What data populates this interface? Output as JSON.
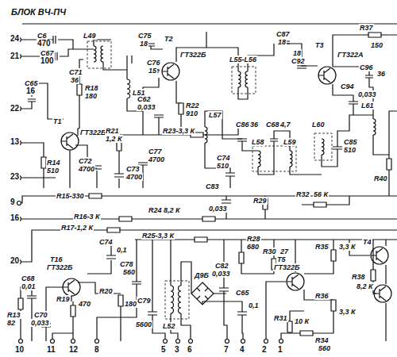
{
  "diagram": {
    "title": "БЛОК ВЧ-ПЧ",
    "labels": [
      "24",
      "C6",
      "470",
      "21",
      "C67",
      "100",
      "C65",
      "16",
      "22",
      "13",
      "23",
      "9",
      "16",
      "20",
      "C71",
      "36",
      "R18",
      "180",
      "T1",
      "ГТ322Б",
      "R14",
      "510",
      "C72",
      "4700",
      "C73",
      "4700",
      "R15-330",
      "L49",
      "C75",
      "18",
      "T2",
      "ГТ322Б",
      "C76",
      "15",
      "L51",
      "R22",
      "910",
      "C62",
      "0,033",
      "R21",
      "1,2 К",
      "R23-3,3 К",
      "C77",
      "4700",
      "C87",
      "18",
      "L55-L56",
      "C92",
      "18",
      "T3",
      "ГТ322А",
      "R37",
      "150",
      "C96",
      "36",
      "C94",
      "0,033",
      "L57",
      "C86",
      "36",
      "C68",
      "4,7",
      "L58",
      "L59",
      "L60",
      "C85",
      "510",
      "L61",
      "C74",
      "510",
      "C83",
      "0,033",
      "R29",
      "R32",
      "56 К",
      "R24 8,2 К",
      "R16-3 К",
      "R17-1,2 К",
      "R25-3,3 К",
      "R28",
      "680",
      "R30",
      "27",
      "C74",
      "0,1",
      "T16",
      "ГТ322Б",
      "C68",
      "0,01",
      "R13",
      "82",
      "C70",
      "0,033",
      "R19",
      "470",
      "R20",
      "180",
      "C78",
      "560",
      "C79",
      "5600",
      "L52",
      "Д9Б",
      "C82",
      "0,033",
      "C65",
      "0,1",
      "T5",
      "ГТ322Б",
      "R35",
      "3,3 К",
      "R36",
      "3,3 К",
      "R34",
      "560",
      "R31",
      "10 К",
      "T4",
      "R38",
      "8,2 К",
      "R40",
      "10",
      "11",
      "12",
      "8",
      "5",
      "3",
      "6",
      "7",
      "4",
      "2",
      "1"
    ]
  }
}
